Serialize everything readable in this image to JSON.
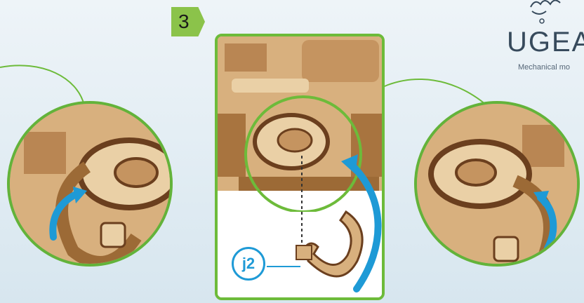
{
  "step": {
    "number": "3"
  },
  "logo": {
    "brand": "UGEA",
    "tagline": "Mechanical mo"
  },
  "part": {
    "label": "j2"
  },
  "colors": {
    "accent_green": "#6dbb3a",
    "arrow_blue": "#1e9ad6",
    "wood": "#d8b07e",
    "wood_dark": "#6b3f1e"
  },
  "icons": {
    "gear": "gear-icon",
    "rotate_arrow": "rotate-arrow-icon"
  }
}
